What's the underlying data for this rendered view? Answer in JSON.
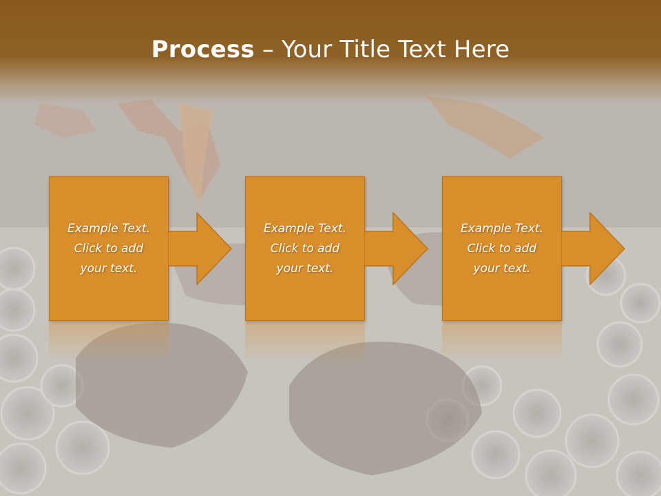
{
  "slide": {
    "title_bold": "Process",
    "title_sep": " – ",
    "title_rest": "Your Title Text Here"
  },
  "steps": [
    {
      "text": "Example Text.\nClick  to add\nyour text."
    },
    {
      "text": "Example Text.\nClick  to add\nyour text."
    },
    {
      "text": "Example Text.\nClick  to add\nyour text."
    }
  ],
  "colors": {
    "title_band": "#8a5a1c",
    "box_fill": "#d88e2b",
    "box_border": "#b77420",
    "text": "#ffffff"
  },
  "background": {
    "image": "grilled-steak-photo"
  }
}
